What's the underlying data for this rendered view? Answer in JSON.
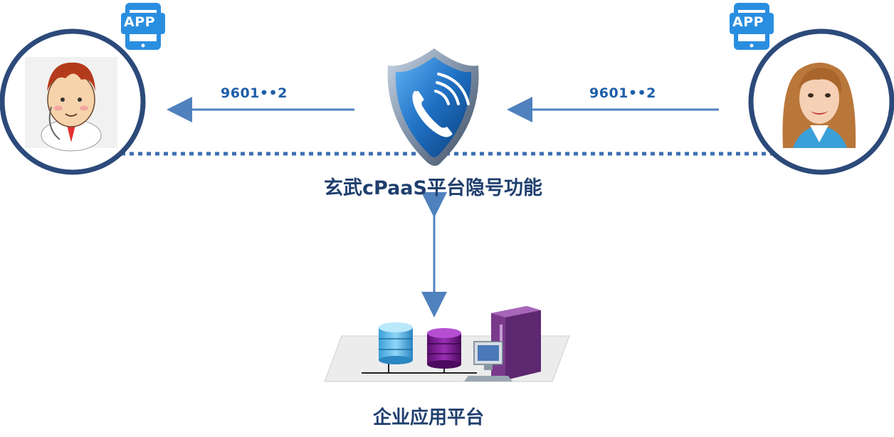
{
  "left_user": {
    "app_label": "APP",
    "number_label": "9601••2"
  },
  "right_user": {
    "app_label": "APP",
    "number_label": "9601••2"
  },
  "center": {
    "title": "玄武cPaaS平台隐号功能"
  },
  "bottom": {
    "title": "企业应用平台"
  },
  "colors": {
    "circle_border": "#2c4a7a",
    "arrow": "#4f81bd",
    "dotted_line": "#3a6fb0",
    "shield_blue": "#1e6fc2",
    "app_icon": "#2a8ee0",
    "title_text": "#1f3f6e"
  }
}
